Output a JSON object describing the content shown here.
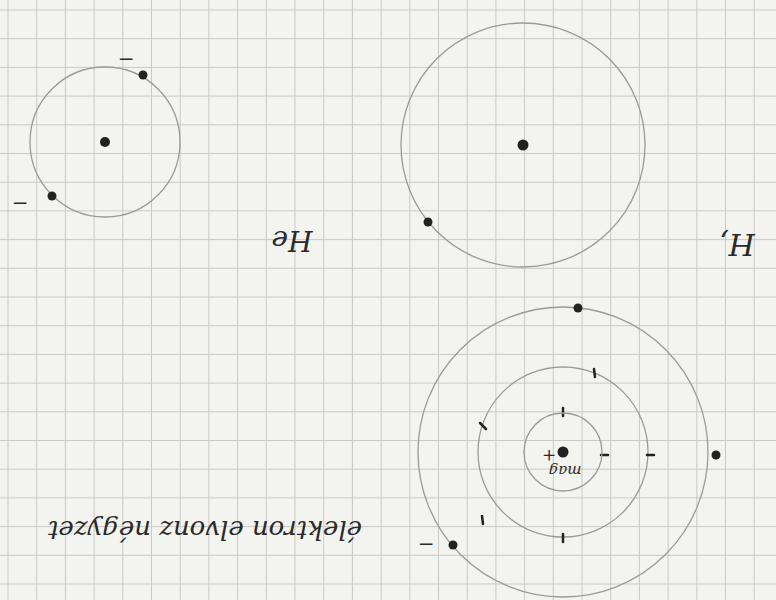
{
  "diagram": {
    "nodes": [
      {
        "text": [
          "mag",
          "+"
        ]
      }
    ],
    "labels": [
      "−",
      "−",
      "He",
      "H,",
      "−",
      "élektron elvonz négyzet"
    ]
  }
}
